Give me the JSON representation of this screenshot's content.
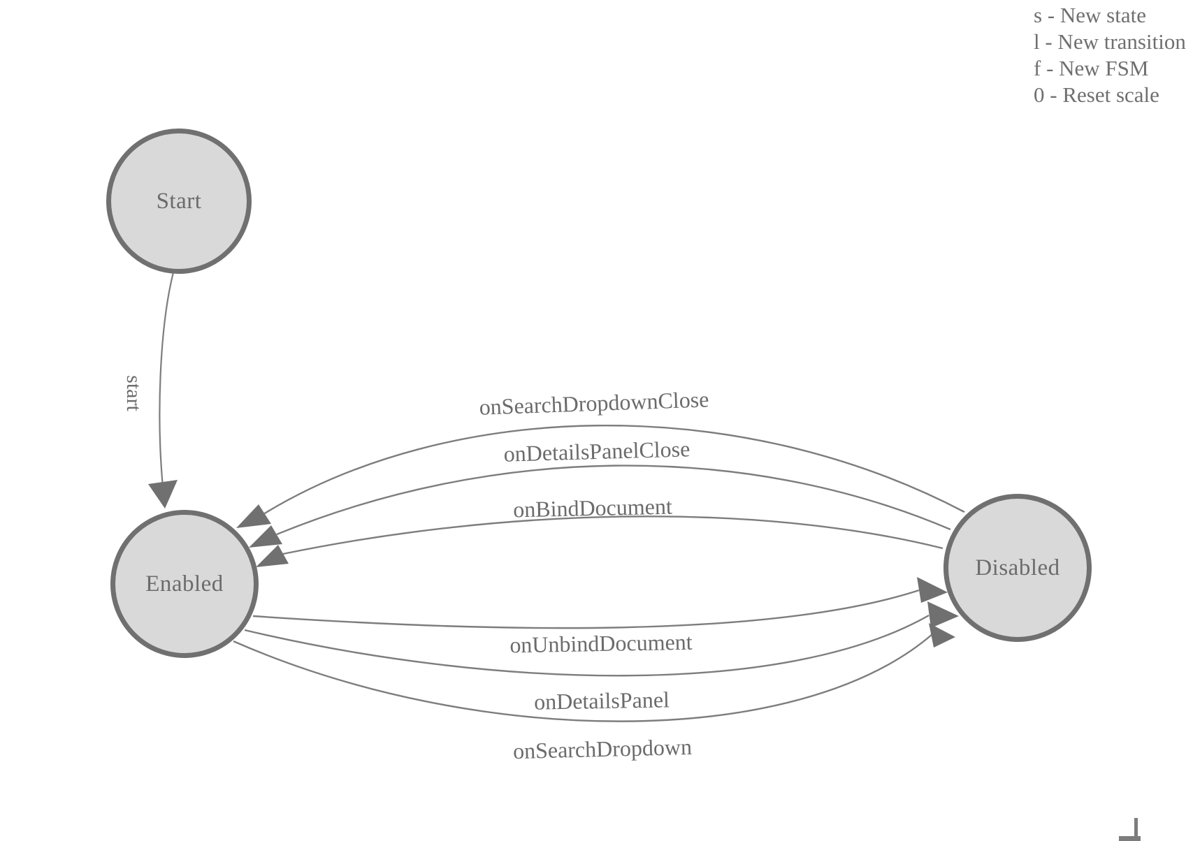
{
  "app": {
    "description": "Finite state machine diagram",
    "background": "#ffffff"
  },
  "palette": {
    "node_fill": "#d9d9d9",
    "node_stroke": "#707070",
    "edge_stroke": "#7d7d7d",
    "arrow_fill": "#707070",
    "label_text": "#6b6b6b",
    "legend_text": "#6f6f6f"
  },
  "legend": {
    "lines": [
      "s - New state",
      "l - New transition",
      "f - New FSM",
      "0 - Reset scale"
    ]
  },
  "nodes": [
    {
      "id": "start",
      "label": "Start"
    },
    {
      "id": "enabled",
      "label": "Enabled"
    },
    {
      "id": "disabled",
      "label": "Disabled"
    }
  ],
  "edges": [
    {
      "id": "start-edge",
      "label": "start",
      "from": "start",
      "to": "enabled"
    },
    {
      "id": "e1",
      "label": "onSearchDropdownClose",
      "from": "disabled",
      "to": "enabled"
    },
    {
      "id": "e2",
      "label": "onDetailsPanelClose",
      "from": "disabled",
      "to": "enabled"
    },
    {
      "id": "e3",
      "label": "onBindDocument",
      "from": "disabled",
      "to": "enabled"
    },
    {
      "id": "e4",
      "label": "onUnbindDocument",
      "from": "enabled",
      "to": "disabled"
    },
    {
      "id": "e5",
      "label": "onDetailsPanel",
      "from": "enabled",
      "to": "disabled"
    },
    {
      "id": "e6",
      "label": "onSearchDropdown",
      "from": "enabled",
      "to": "disabled"
    }
  ]
}
